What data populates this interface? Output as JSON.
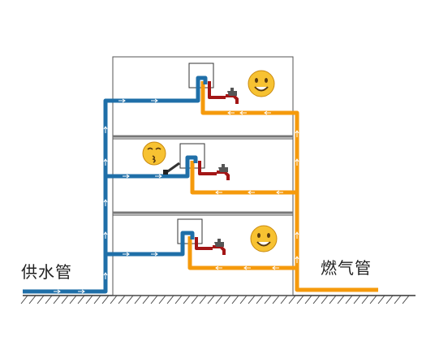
{
  "labels": {
    "water_pipe": "供水管",
    "gas_pipe": "燃气管"
  },
  "colors": {
    "water_pipe": "#1f6fa8",
    "gas_pipe": "#f59a0c",
    "hot_pipe": "#a31616",
    "building_line": "#555555",
    "ground": "#333333",
    "smiley_face": "#f7c232",
    "flow_arrow": "#ffffff"
  },
  "floors": [
    {
      "level": 3,
      "face": "smiling"
    },
    {
      "level": 2,
      "face": "kissing"
    },
    {
      "level": 1,
      "face": "smiling"
    }
  ],
  "icons": [
    "water-heater-icon",
    "faucet-icon",
    "smiley-icon",
    "kiss-face-icon",
    "shower-head-icon",
    "flow-arrow-icon"
  ]
}
